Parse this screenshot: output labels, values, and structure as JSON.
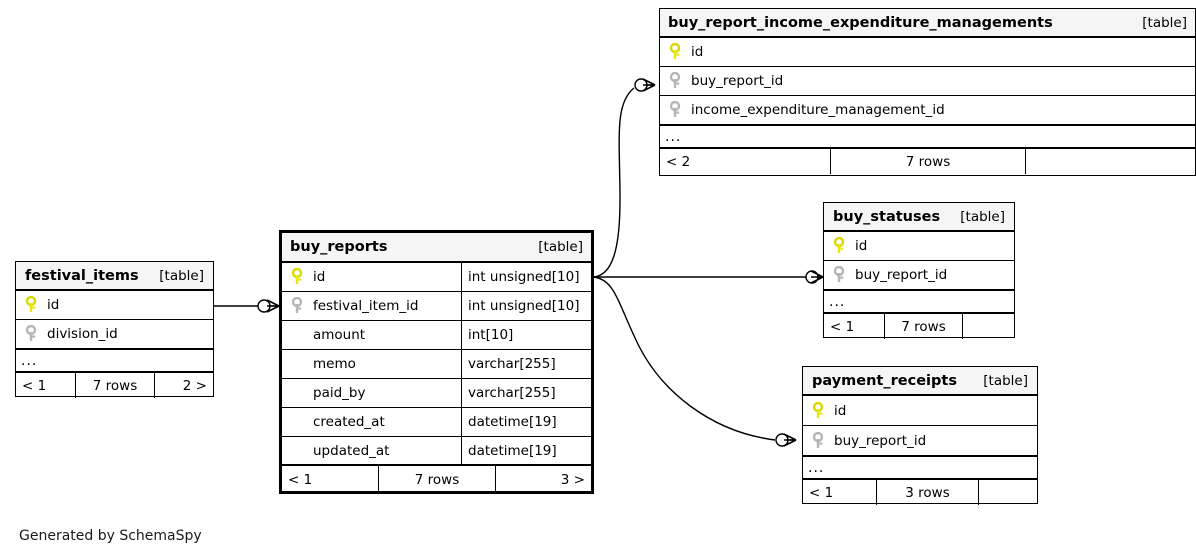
{
  "diagram": {
    "generator_note": "Generated by SchemaSpy",
    "table_tag": "[table]",
    "ellipsis": "...",
    "key_colors": {
      "primary": "#e8e80f",
      "foreign": "#b5b5b5"
    },
    "line_color": "#000000",
    "header_bg": "#f5f5f5",
    "background": "#ffffff"
  },
  "tables": [
    {
      "id": "buy_report_income_expenditure_managements",
      "name": "buy_report_income_expenditure_managements",
      "type_tag": "[table]",
      "focal": false,
      "columns": [
        {
          "key": "primary",
          "name": "id",
          "type": ""
        },
        {
          "key": "foreign",
          "name": "buy_report_id",
          "type": ""
        },
        {
          "key": "foreign",
          "name": "income_expenditure_management_id",
          "type": ""
        }
      ],
      "has_ellipsis": true,
      "footer": {
        "left": "< 2",
        "center": "7 rows",
        "right": ""
      }
    },
    {
      "id": "buy_reports",
      "name": "buy_reports",
      "type_tag": "[table]",
      "focal": true,
      "columns": [
        {
          "key": "primary",
          "name": "id",
          "type": "int unsigned[10]"
        },
        {
          "key": "foreign",
          "name": "festival_item_id",
          "type": "int unsigned[10]"
        },
        {
          "key": "none",
          "name": "amount",
          "type": "int[10]"
        },
        {
          "key": "none",
          "name": "memo",
          "type": "varchar[255]"
        },
        {
          "key": "none",
          "name": "paid_by",
          "type": "varchar[255]"
        },
        {
          "key": "none",
          "name": "created_at",
          "type": "datetime[19]"
        },
        {
          "key": "none",
          "name": "updated_at",
          "type": "datetime[19]"
        }
      ],
      "has_ellipsis": false,
      "footer": {
        "left": "< 1",
        "center": "7 rows",
        "right": "3 >"
      }
    },
    {
      "id": "festival_items",
      "name": "festival_items",
      "type_tag": "[table]",
      "focal": false,
      "columns": [
        {
          "key": "primary",
          "name": "id",
          "type": ""
        },
        {
          "key": "foreign",
          "name": "division_id",
          "type": ""
        }
      ],
      "has_ellipsis": true,
      "footer": {
        "left": "< 1",
        "center": "7 rows",
        "right": "2 >"
      }
    },
    {
      "id": "buy_statuses",
      "name": "buy_statuses",
      "type_tag": "[table]",
      "focal": false,
      "columns": [
        {
          "key": "primary",
          "name": "id",
          "type": ""
        },
        {
          "key": "foreign",
          "name": "buy_report_id",
          "type": ""
        }
      ],
      "has_ellipsis": true,
      "footer": {
        "left": "< 1",
        "center": "7 rows",
        "right": ""
      }
    },
    {
      "id": "payment_receipts",
      "name": "payment_receipts",
      "type_tag": "[table]",
      "focal": false,
      "columns": [
        {
          "key": "primary",
          "name": "id",
          "type": ""
        },
        {
          "key": "foreign",
          "name": "buy_report_id",
          "type": ""
        }
      ],
      "has_ellipsis": true,
      "footer": {
        "left": "< 1",
        "center": "3 rows",
        "right": ""
      }
    }
  ],
  "relationships": [
    {
      "from": "festival_items.id",
      "to": "buy_reports.festival_item_id"
    },
    {
      "from": "buy_reports.id",
      "to": "buy_report_income_expenditure_managements.buy_report_id"
    },
    {
      "from": "buy_reports.id",
      "to": "buy_statuses.buy_report_id"
    },
    {
      "from": "buy_reports.id",
      "to": "payment_receipts.buy_report_id"
    }
  ]
}
